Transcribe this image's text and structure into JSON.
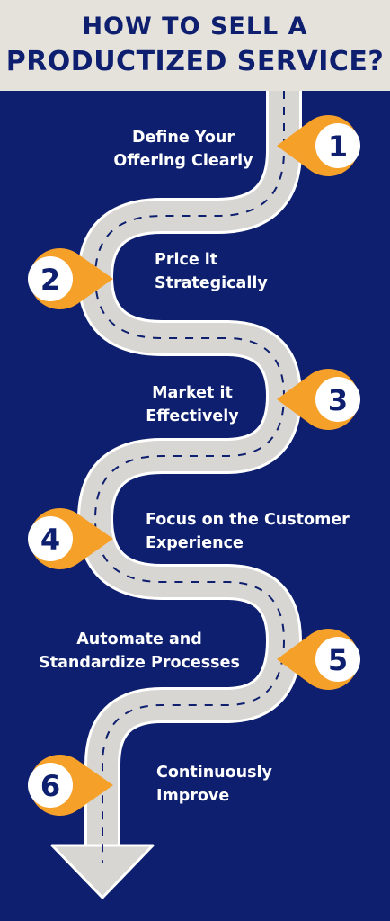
{
  "title": {
    "line1": "HOW TO SELL A",
    "line2": "PRODUCTIZED SERVICE?"
  },
  "colors": {
    "background": "#0d1f6e",
    "header": "#e5e2dc",
    "road": "#d8d6d2",
    "marker": "#f5a029",
    "marker_inner": "#ffffff",
    "text": "#ffffff"
  },
  "steps": [
    {
      "number": "1",
      "line1": "Define Your",
      "line2": "Offering Clearly"
    },
    {
      "number": "2",
      "line1": "Price it",
      "line2": "Strategically"
    },
    {
      "number": "3",
      "line1": "Market it",
      "line2": "Effectively"
    },
    {
      "number": "4",
      "line1": "Focus on the Customer",
      "line2": "Experience"
    },
    {
      "number": "5",
      "line1": "Automate and",
      "line2": "Standardize Processes"
    },
    {
      "number": "6",
      "line1": "Continuously",
      "line2": "Improve"
    }
  ]
}
